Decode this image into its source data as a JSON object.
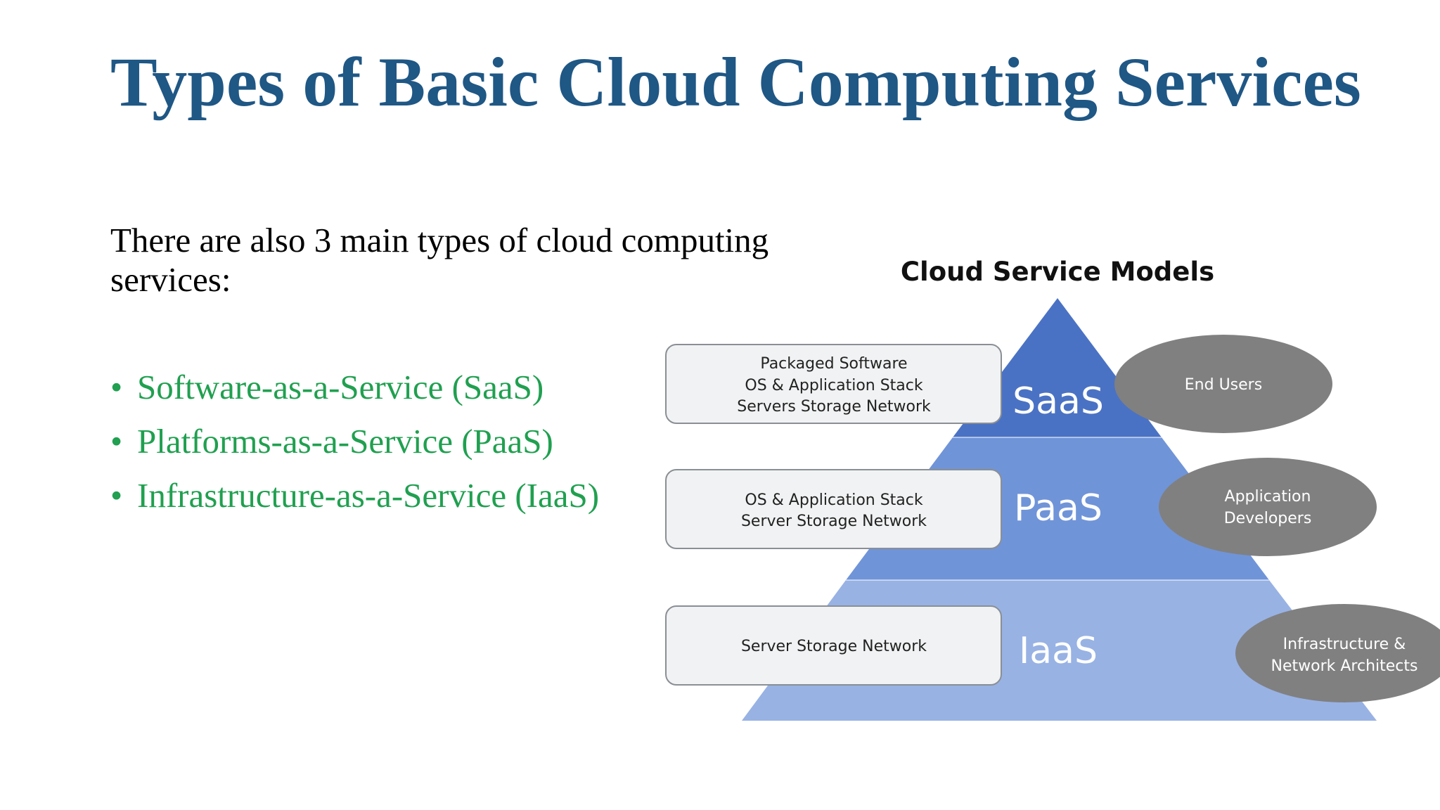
{
  "slide": {
    "title": "Types of Basic Cloud Computing Services",
    "intro": "There are also 3 main types of cloud computing services:",
    "bullets": [
      "Software-as-a-Service (SaaS)",
      "Platforms-as-a-Service (PaaS)",
      "Infrastructure-as-a-Service (IaaS)"
    ]
  },
  "diagram": {
    "title": "Cloud Service Models",
    "tiers": [
      {
        "name": "SaaS",
        "stack": [
          "Packaged Software",
          "OS & Application Stack",
          "Servers Storage Network"
        ],
        "audience": [
          "End Users"
        ]
      },
      {
        "name": "PaaS",
        "stack": [
          "OS & Application Stack",
          "Server Storage Network"
        ],
        "audience": [
          "Application",
          "Developers"
        ]
      },
      {
        "name": "IaaS",
        "stack": [
          "Server Storage Network"
        ],
        "audience": [
          "Infrastructure &",
          "Network Architects"
        ]
      }
    ]
  },
  "colors": {
    "title": "#1f5785",
    "body_text": "#000000",
    "bullet_text": "#20a050",
    "tier_saas": "#4a72c4",
    "tier_paas": "#7094d8",
    "tier_iaas": "#98b2e4",
    "ellipse": "#808080",
    "box_fill": "#f1f2f3",
    "box_border": "#8a8f95"
  },
  "icons": {
    "bullet": "bullet-dot"
  }
}
